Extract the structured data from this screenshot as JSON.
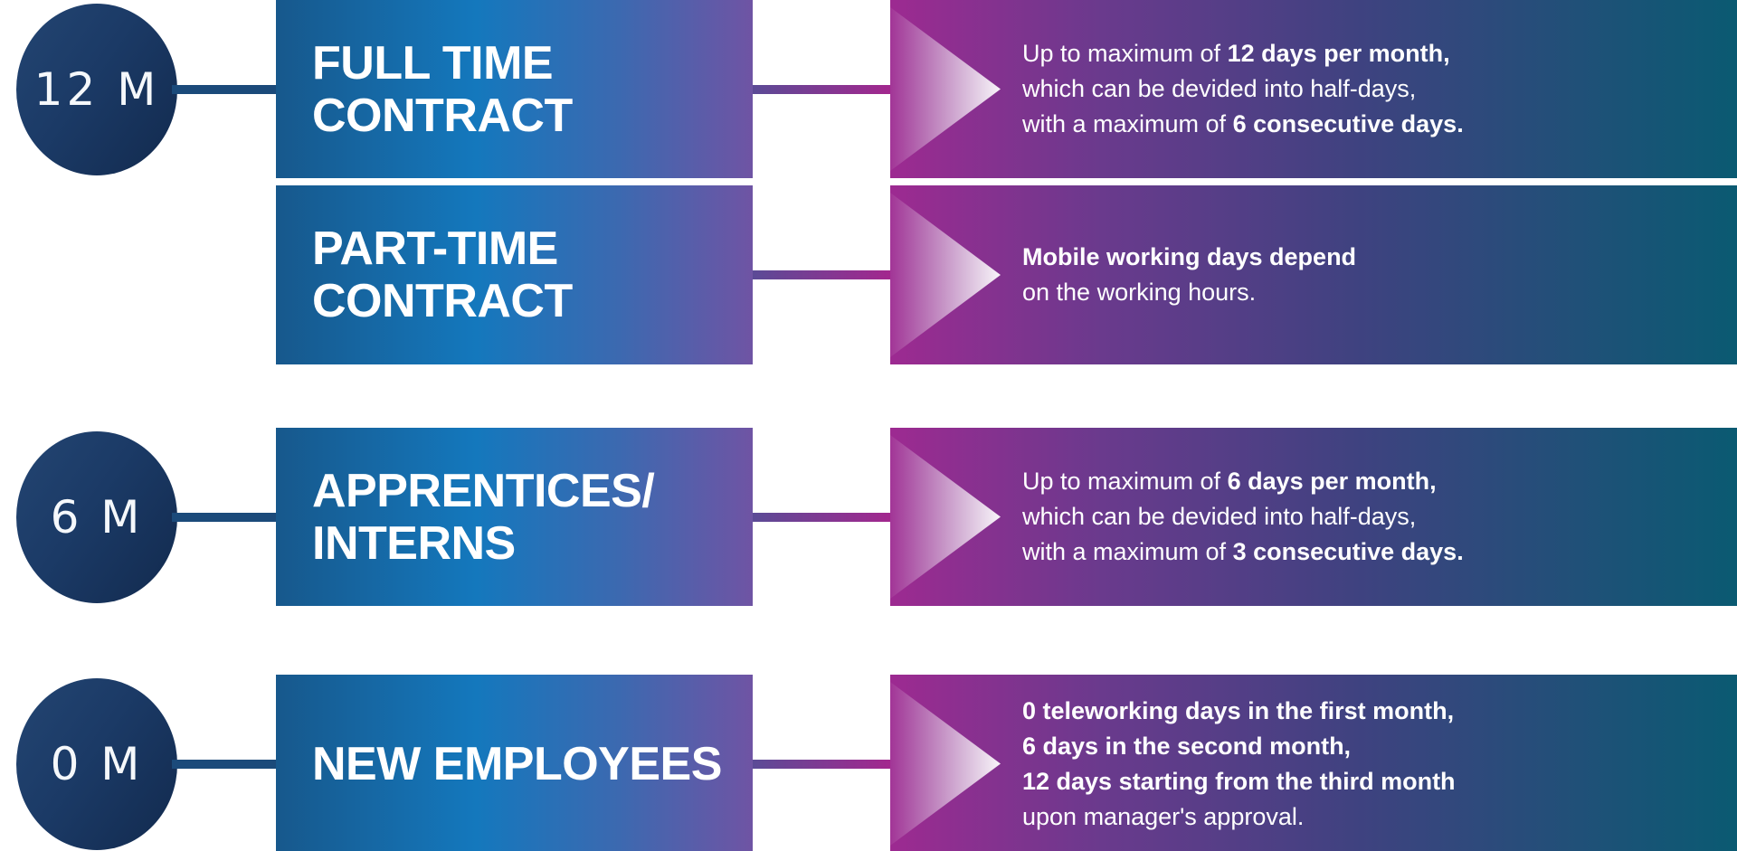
{
  "page": {
    "background": "#ffffff",
    "description_topic": "mobile working days by contract type"
  },
  "colors": {
    "circle_gradient_start": "#234572",
    "circle_gradient_end": "#122a4e",
    "left_connector": "#1b4a7a",
    "category_box_gradient": [
      "#17588c",
      "#1478bd",
      "#6f54a4"
    ],
    "right_connector_gradient": [
      "#5b4b96",
      "#a3278e"
    ],
    "result_box_gradient": [
      "#9d2a91",
      "#3f4280",
      "#0a5a72"
    ],
    "chevron": "#ffffff",
    "text": "#ffffff"
  },
  "rows": [
    {
      "id": "full-time-contract",
      "circle_label": "12 M",
      "title_line1": "FULL TIME",
      "title_line2": "CONTRACT",
      "details": {
        "lines": [
          {
            "pre": "Up to maximum of ",
            "bold": "12 days per month,"
          },
          {
            "pre": "which can be devided into half-days,"
          },
          {
            "pre": "with a maximum of ",
            "bold": "6 consecutive days."
          }
        ]
      }
    },
    {
      "id": "part-time-contract",
      "title_line1": "PART-TIME",
      "title_line2": "CONTRACT",
      "details": {
        "lines": [
          {
            "bold": "Mobile working days depend"
          },
          {
            "pre": "on the working hours."
          }
        ]
      }
    },
    {
      "id": "apprentices-interns",
      "circle_label": "6 M",
      "title_line1": "APPRENTICES/",
      "title_line2": "INTERNS",
      "details": {
        "lines": [
          {
            "pre": "Up to maximum of ",
            "bold": "6 days per month,"
          },
          {
            "pre": "which can be devided into half-days,"
          },
          {
            "pre": "with a maximum of ",
            "bold": "3 consecutive days."
          }
        ]
      }
    },
    {
      "id": "new-employees",
      "circle_label": "0 M",
      "title_line1": "NEW EMPLOYEES",
      "details": {
        "lines": [
          {
            "bold": "0 teleworking days in the first month,"
          },
          {
            "bold": "6 days in the second month,"
          },
          {
            "bold": "12 days starting from the third month"
          },
          {
            "pre": "upon manager's approval."
          }
        ]
      }
    }
  ]
}
